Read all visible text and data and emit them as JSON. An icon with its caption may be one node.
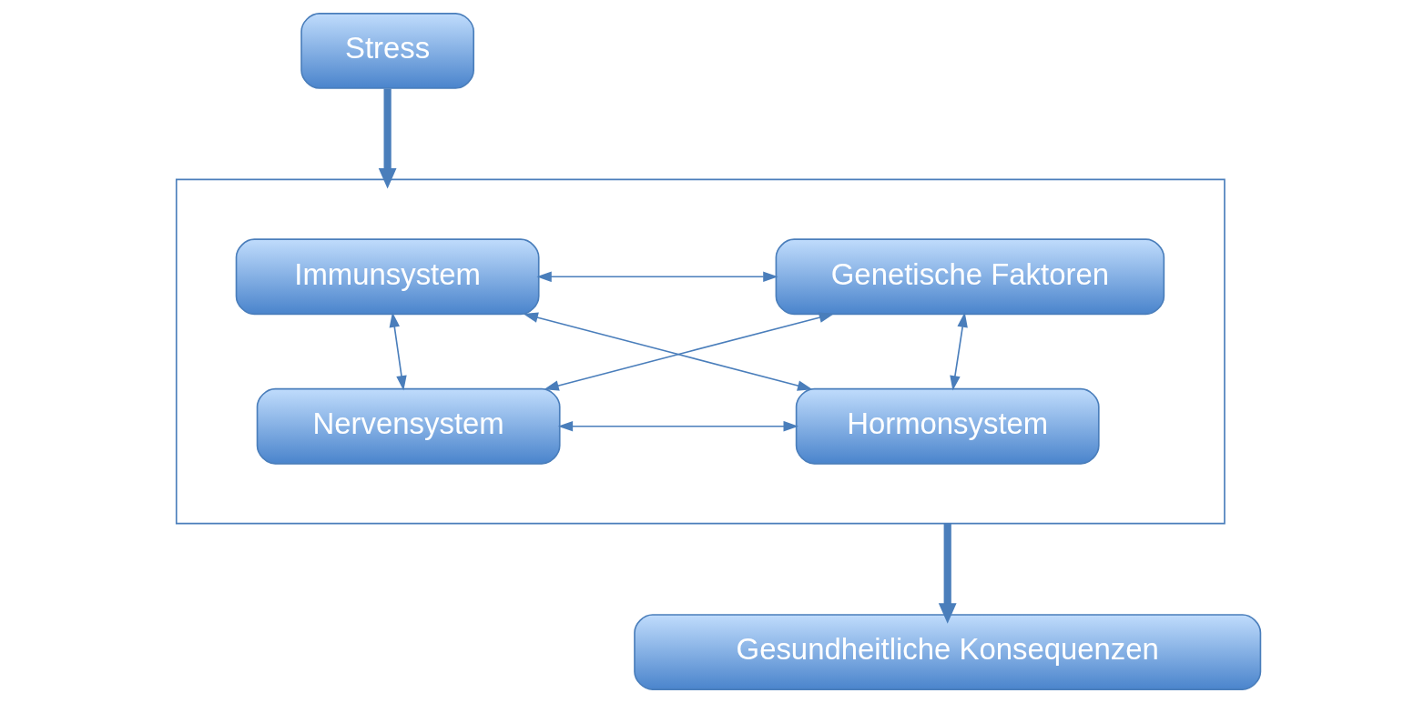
{
  "diagram": {
    "nodes": [
      {
        "text": [
          "Stress"
        ]
      },
      {
        "text": [],
        "shape": "box"
      },
      {
        "text": [
          "Immunsystem"
        ],
        "in": 1
      },
      {
        "text": [
          "Genetische Faktoren"
        ],
        "in": 1
      },
      {
        "text": [
          "Nervensystem"
        ],
        "in": 1
      },
      {
        "text": [
          "Hormonsystem"
        ],
        "in": 1
      },
      {
        "text": [
          "Gesundheitliche Konsequenzen"
        ]
      }
    ],
    "edges": [
      {
        "from": 0,
        "to": 1,
        "arrow": "to",
        "style": "thick"
      },
      {
        "from": 2,
        "to": 3,
        "arrow": "both"
      },
      {
        "from": 2,
        "to": 5,
        "arrow": "both"
      },
      {
        "from": 4,
        "to": 3,
        "arrow": "both"
      },
      {
        "from": 4,
        "to": 5,
        "arrow": "both"
      },
      {
        "from": 2,
        "to": 4,
        "arrow": "both"
      },
      {
        "from": 3,
        "to": 5,
        "arrow": "both"
      },
      {
        "from": 1,
        "to": 6,
        "arrow": "to",
        "style": "thick"
      }
    ]
  }
}
